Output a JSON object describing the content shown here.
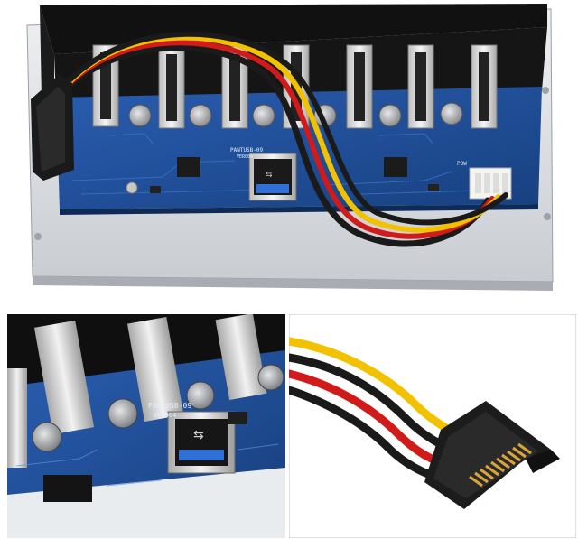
{
  "board": {
    "silkscreen_model": "PANTUSB-09",
    "silkscreen_version": "VER004",
    "silkscreen_power": "POW"
  },
  "colors": {
    "pcb_blue": "#1f4f9c",
    "bezel_black": "#151515",
    "bracket_silver": "#d6d9dd",
    "wire_yellow": "#f2c200",
    "wire_red": "#d11a1a",
    "wire_black": "#1a1a1a",
    "usb3_tongue": "#2f6fd6",
    "connector_white": "#f4f4f0",
    "gold_pins": "#d9a53b"
  },
  "icons": {
    "usb_port": "usb-a-port-icon",
    "sata_plug": "sata-power-plug-icon",
    "molex_plug": "4-pin-power-header-icon"
  }
}
